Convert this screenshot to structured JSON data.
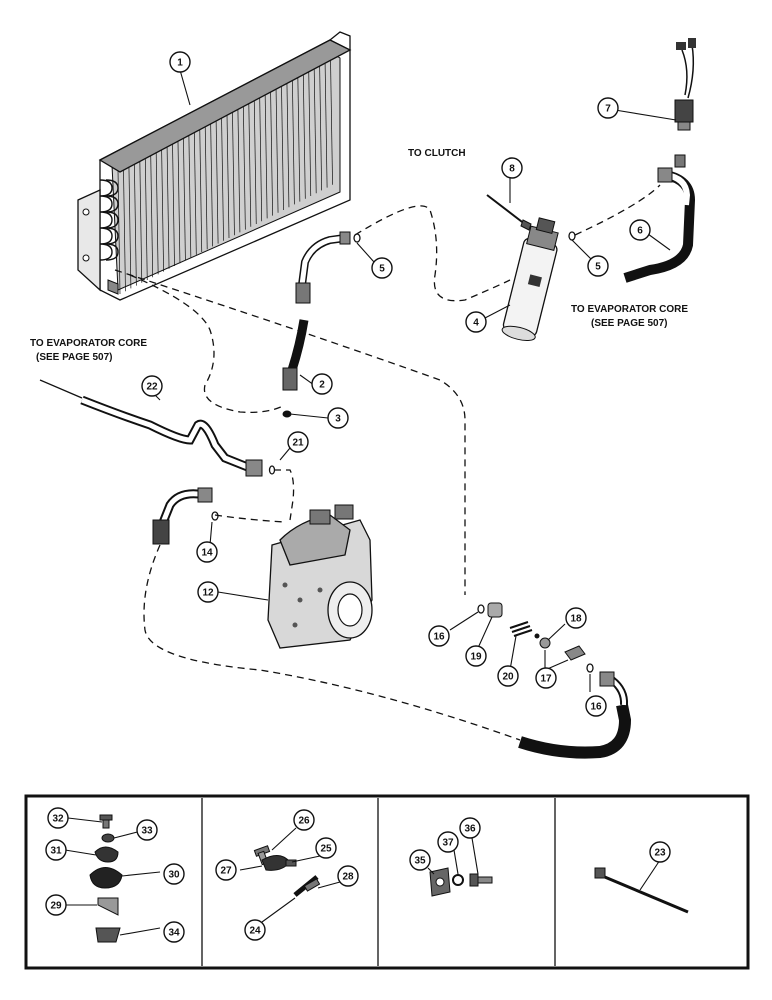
{
  "labels": {
    "to_clutch": "TO CLUTCH",
    "to_evap_right_1": "TO EVAPORATOR CORE",
    "to_evap_right_2": "(SEE PAGE 507)",
    "to_evap_left_1": "TO EVAPORATOR CORE",
    "to_evap_left_2": "(SEE PAGE 507)"
  },
  "callouts": {
    "c1": "1",
    "c2": "2",
    "c3": "3",
    "c4": "4",
    "c5a": "5",
    "c5b": "5",
    "c6": "6",
    "c7": "7",
    "c8": "8",
    "c12": "12",
    "c14": "14",
    "c16a": "16",
    "c16b": "16",
    "c17": "17",
    "c18": "18",
    "c19": "19",
    "c20": "20",
    "c21": "21",
    "c22": "22",
    "c23": "23",
    "c24": "24",
    "c25": "25",
    "c26": "26",
    "c27": "27",
    "c28": "28",
    "c29": "29",
    "c30": "30",
    "c31": "31",
    "c32": "32",
    "c33": "33",
    "c34": "34",
    "c35": "35",
    "c36": "36",
    "c37": "37"
  },
  "colors": {
    "ink": "#111111",
    "paper": "#ffffff"
  }
}
